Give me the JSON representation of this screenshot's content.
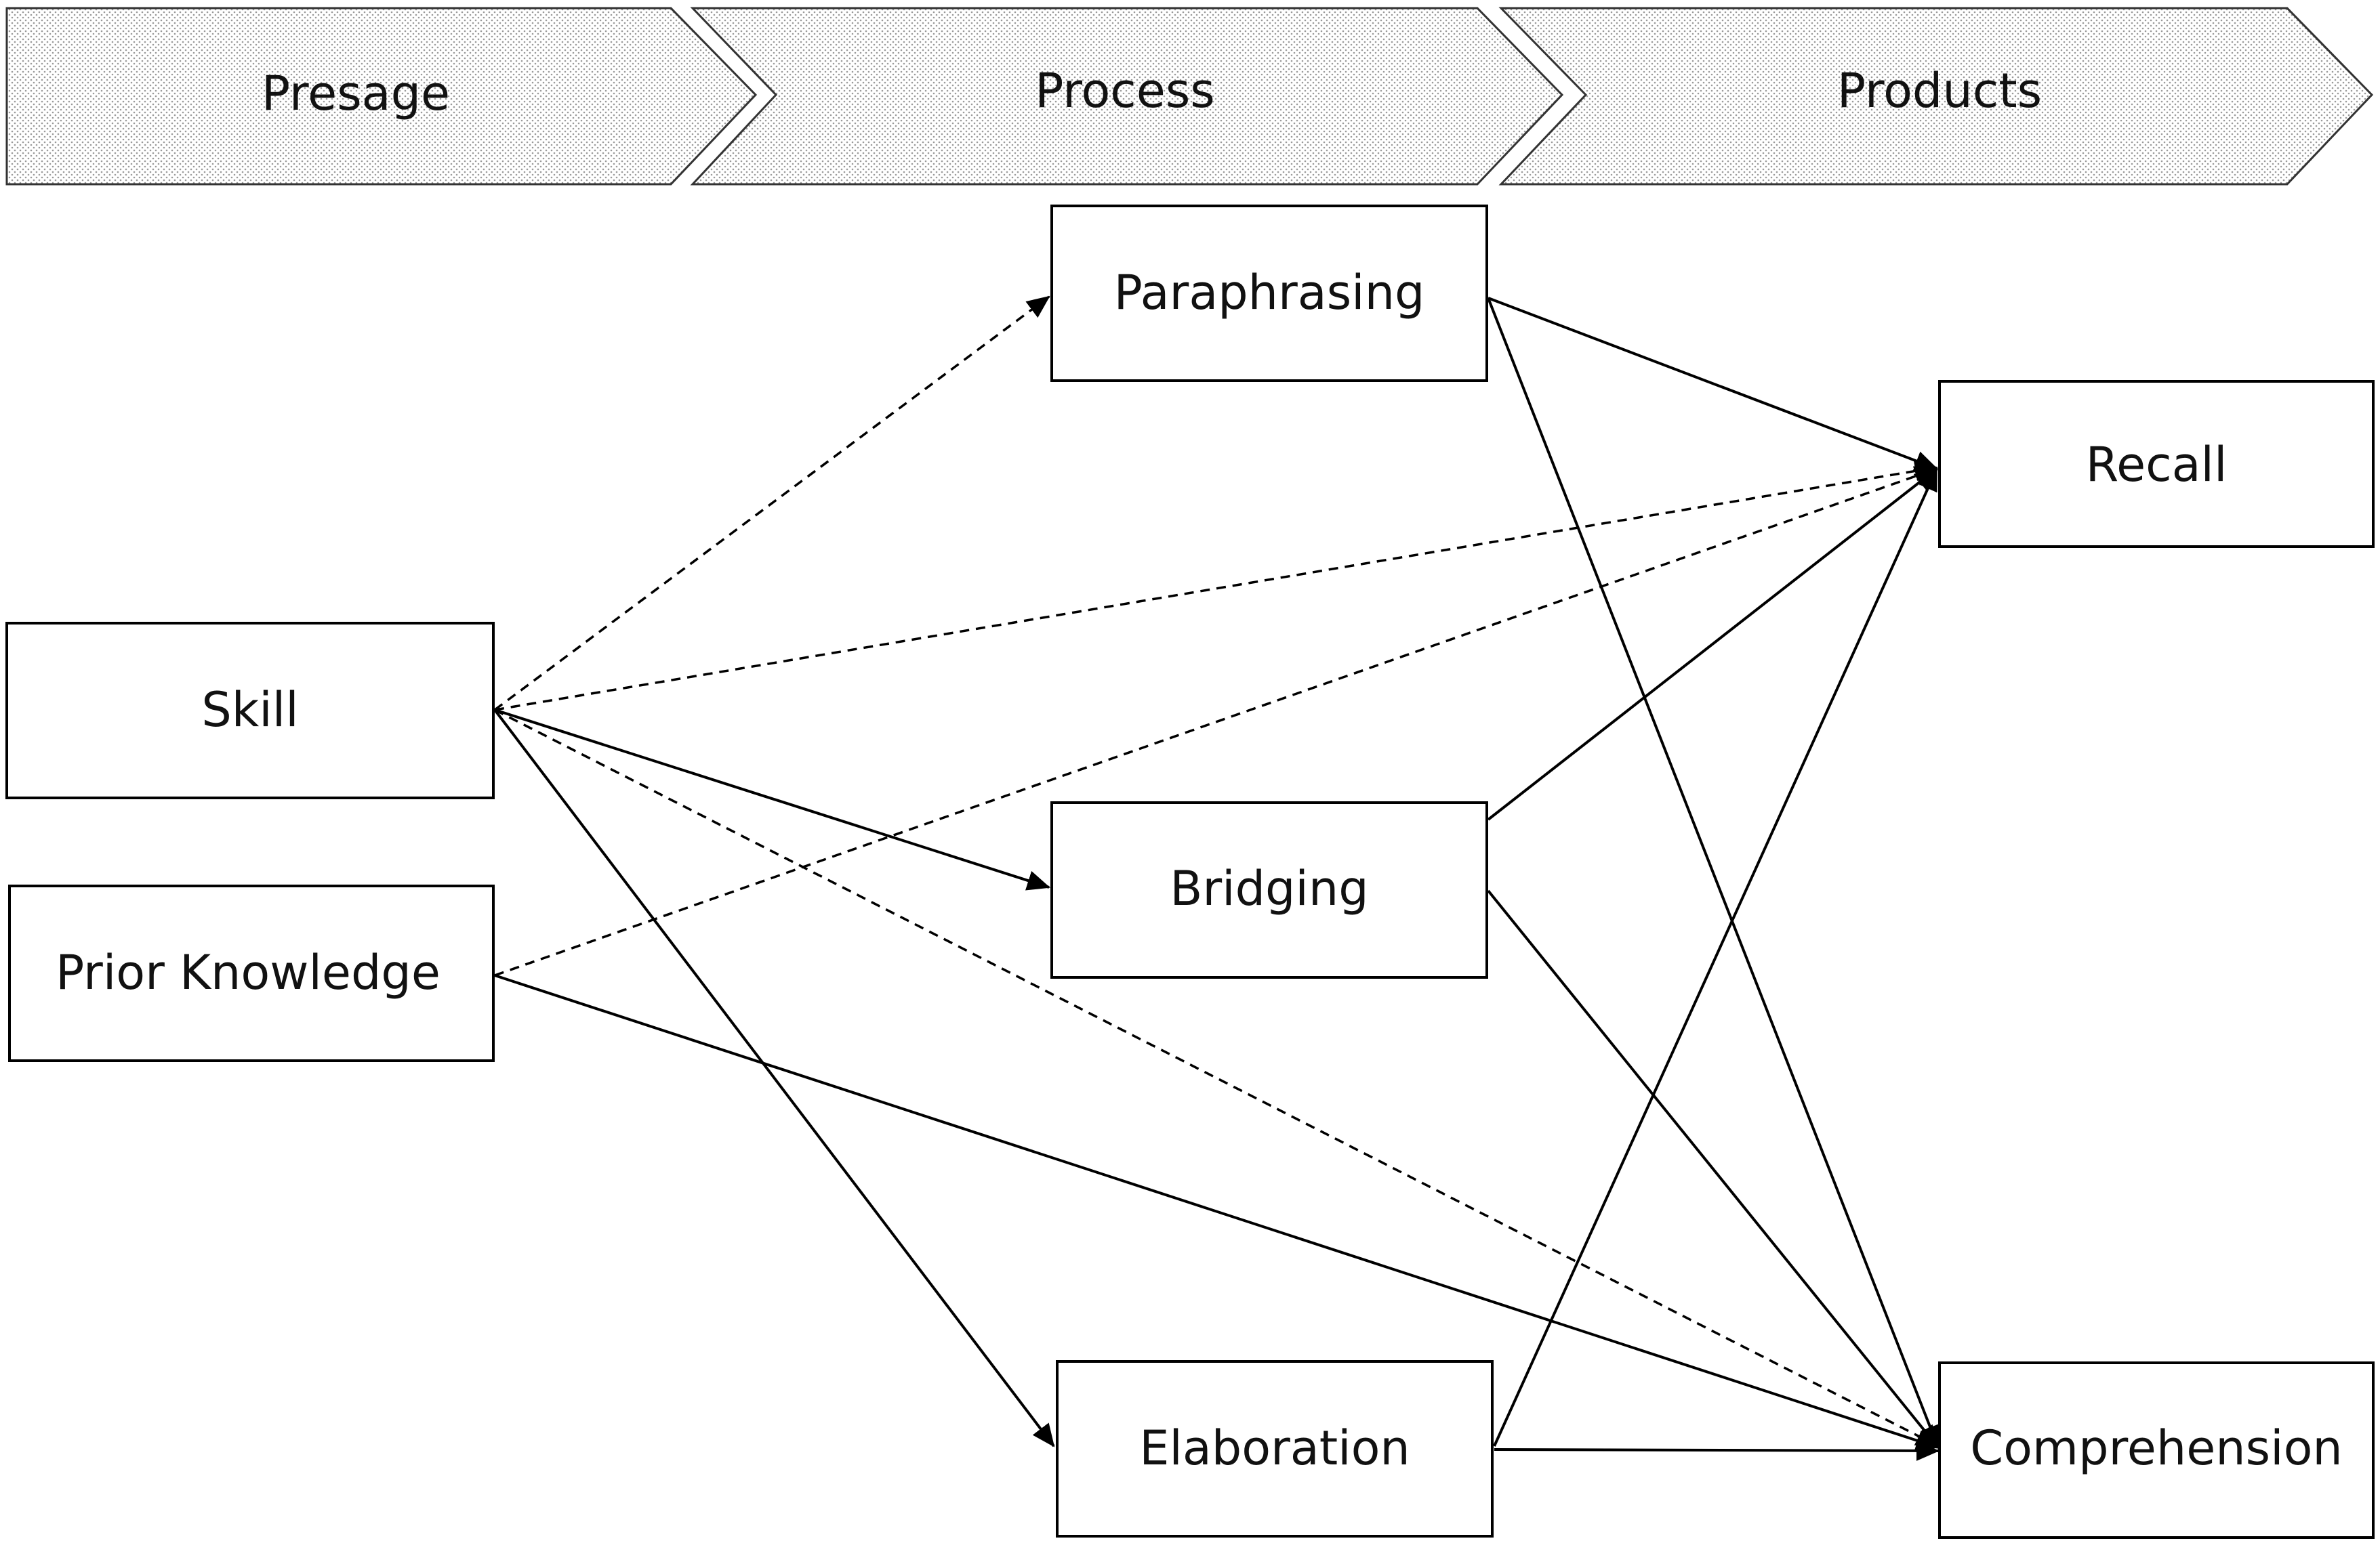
{
  "phases": [
    {
      "id": "presage",
      "label": "Presage"
    },
    {
      "id": "process",
      "label": "Process"
    },
    {
      "id": "products",
      "label": "Products"
    }
  ],
  "nodes": {
    "skill": "Skill",
    "prior_knowledge": "Prior Knowledge",
    "paraphrasing": "Paraphrasing",
    "bridging": "Bridging",
    "elaboration": "Elaboration",
    "recall": "Recall",
    "comprehension": "Comprehension"
  },
  "edges": [
    {
      "from": "skill",
      "to": "paraphrasing",
      "style": "dashed"
    },
    {
      "from": "skill",
      "to": "recall",
      "style": "dashed"
    },
    {
      "from": "skill",
      "to": "bridging",
      "style": "solid"
    },
    {
      "from": "skill",
      "to": "elaboration",
      "style": "solid"
    },
    {
      "from": "skill",
      "to": "comprehension",
      "style": "dashed"
    },
    {
      "from": "prior_knowledge",
      "to": "recall",
      "style": "dashed"
    },
    {
      "from": "prior_knowledge",
      "to": "comprehension",
      "style": "solid"
    },
    {
      "from": "paraphrasing",
      "to": "recall",
      "style": "solid"
    },
    {
      "from": "paraphrasing",
      "to": "comprehension",
      "style": "solid"
    },
    {
      "from": "bridging",
      "to": "recall",
      "style": "solid"
    },
    {
      "from": "bridging",
      "to": "comprehension",
      "style": "solid"
    },
    {
      "from": "elaboration",
      "to": "recall",
      "style": "solid"
    },
    {
      "from": "elaboration",
      "to": "comprehension",
      "style": "solid"
    }
  ]
}
